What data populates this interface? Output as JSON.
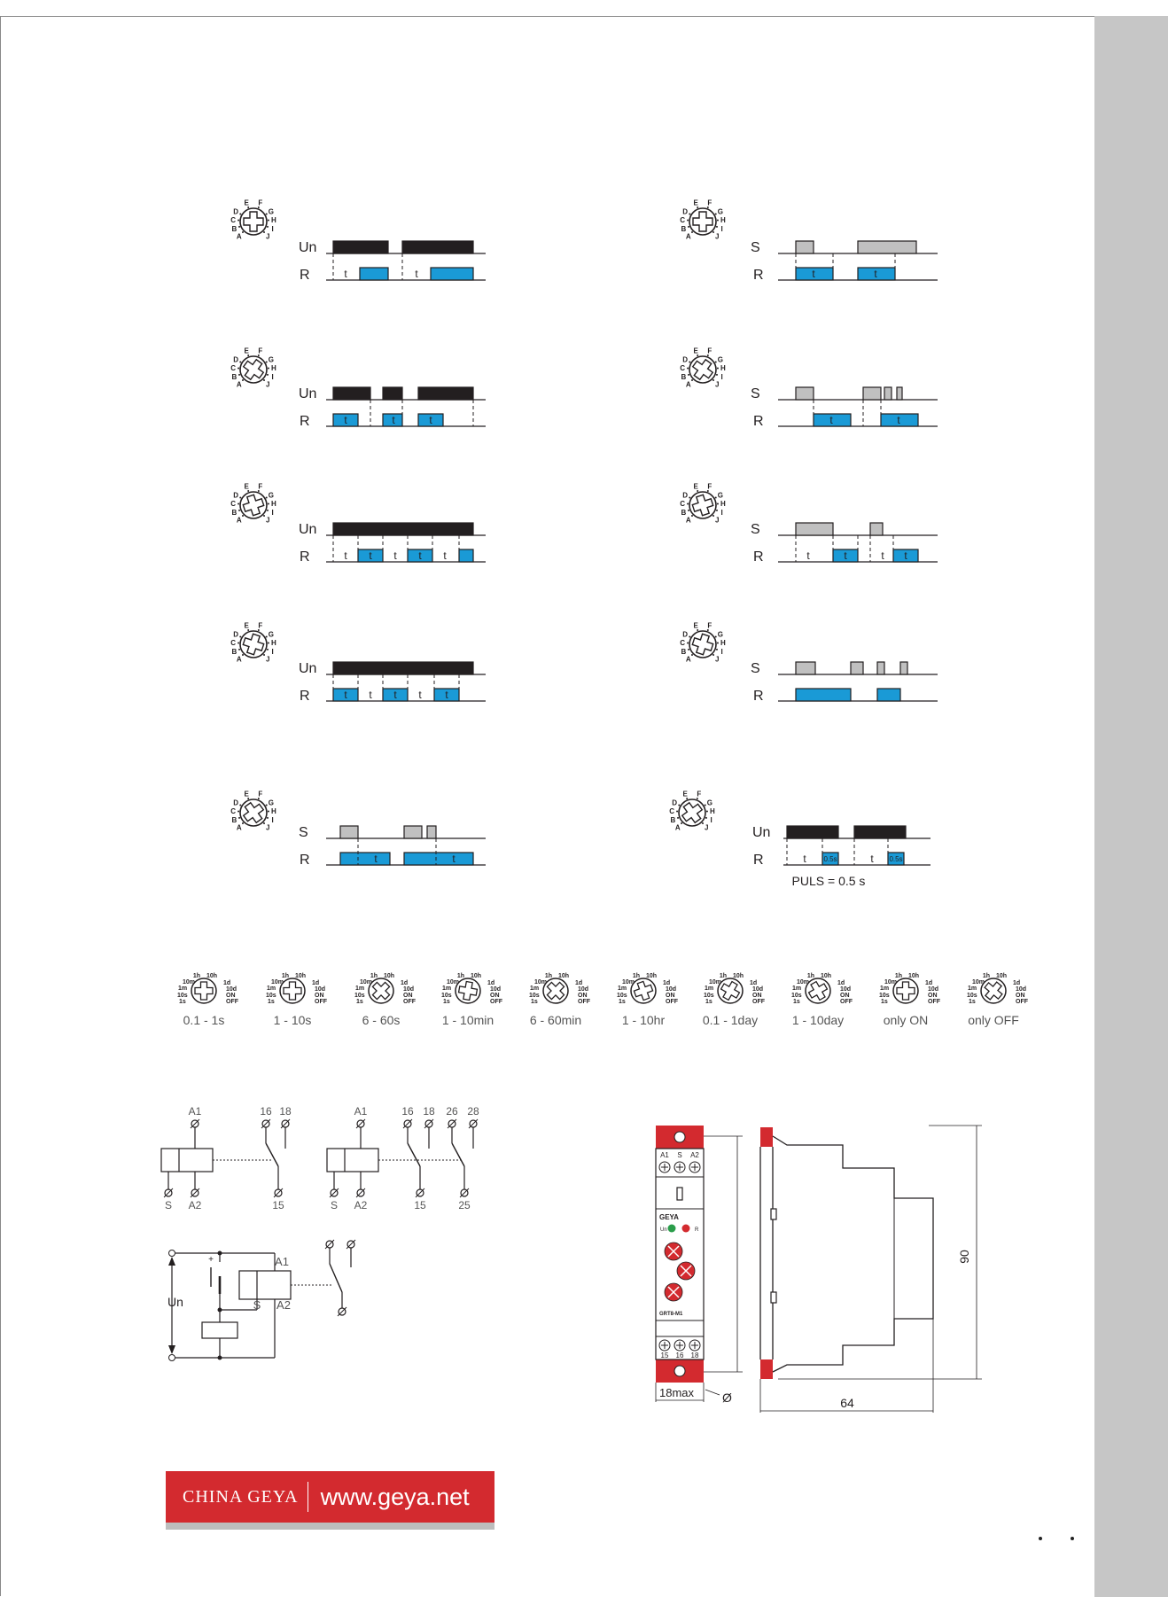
{
  "labels": {
    "Un": "Un",
    "R": "R",
    "S": "S",
    "t": "t",
    "pulse": "0.5s",
    "puls_note": "PULS = 0.5 s"
  },
  "dial_letters": [
    "A",
    "B",
    "C",
    "D",
    "E",
    "F",
    "G",
    "H",
    "I",
    "J"
  ],
  "range_dial_labels": [
    "1s",
    "10s",
    "1m",
    "10m",
    "1h",
    "10h",
    "1d",
    "10d",
    "ON",
    "OFF"
  ],
  "ranges": [
    "0.1 - 1s",
    "1 - 10s",
    "6 - 60s",
    "1 - 10min",
    "6 - 60min",
    "1 - 10hr",
    "0.1 - 1day",
    "1 - 10day",
    "only ON",
    "only OFF"
  ],
  "wiring": {
    "one_contact": {
      "A1": "A1",
      "A2": "A2",
      "S": "S",
      "c16": "16",
      "c18": "18",
      "c15": "15"
    },
    "two_contact": {
      "A1": "A1",
      "A2": "A2",
      "S": "S",
      "c16": "16",
      "c18": "18",
      "c26": "26",
      "c28": "28",
      "c15": "15",
      "c25": "25"
    },
    "control": {
      "A1": "A1",
      "A2": "A2",
      "S": "S",
      "Un": "Un"
    }
  },
  "device": {
    "top_terms": [
      "A1",
      "S",
      "A2"
    ],
    "bottom_terms": [
      "15",
      "16",
      "18"
    ],
    "brand": "GEYA",
    "led_un": "Un",
    "led_r": "R",
    "model": "GRT8-M1"
  },
  "dimensions": {
    "height": "90",
    "depth": "64",
    "width": "18max",
    "phi": "Ø"
  },
  "brand": {
    "name": "CHINA GEYA",
    "url": "www.geya.net"
  },
  "colors": {
    "accent": "#1a9ad6",
    "dark": "#231f20",
    "gray": "#c0c0c0",
    "red": "#d32a2f"
  }
}
